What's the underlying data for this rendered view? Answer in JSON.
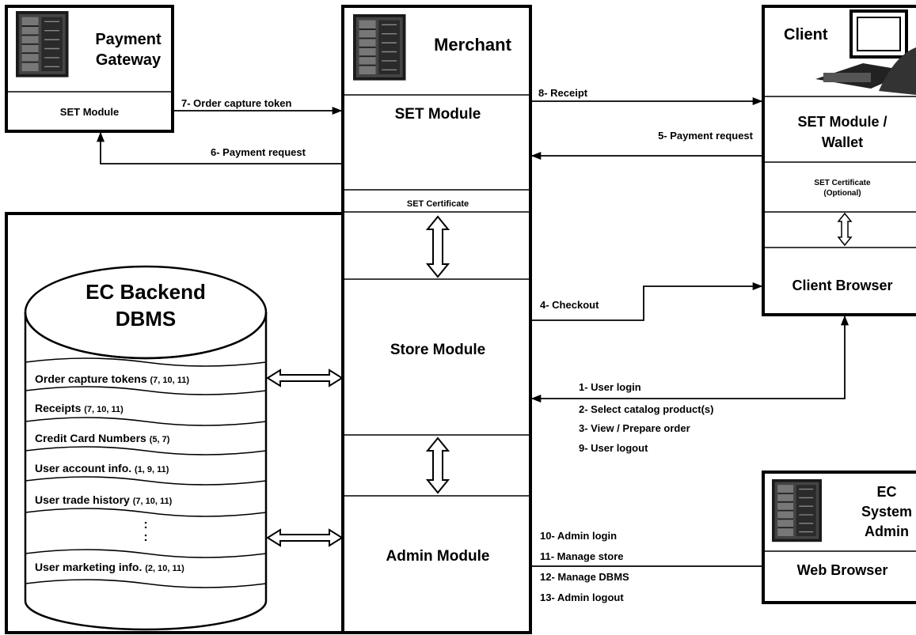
{
  "payment_gateway": {
    "title_line1": "Payment",
    "title_line2": "Gateway",
    "module": "SET Module",
    "icon": "server-rack-icon"
  },
  "merchant": {
    "title": "Merchant",
    "set_module": "SET Module",
    "set_certificate": "SET Certificate",
    "store_module": "Store Module",
    "admin_module": "Admin Module",
    "icon": "server-rack-icon"
  },
  "client": {
    "title": "Client",
    "set_module_line1": "SET Module /",
    "set_module_line2": "Wallet",
    "certificate_line1": "SET Certificate",
    "certificate_line2": "(Optional)",
    "browser": "Client Browser",
    "icon": "user-at-computer-icon"
  },
  "admin": {
    "title_line1": "EC",
    "title_line2": "System",
    "title_line3": "Admin",
    "browser": "Web Browser",
    "icon": "server-rack-icon"
  },
  "dbms": {
    "title_line1": "EC Backend",
    "title_line2": "DBMS",
    "rows": [
      {
        "label": "Order capture tokens",
        "refs": "(7, 10, 11)"
      },
      {
        "label": "Receipts",
        "refs": "(7, 10, 11)"
      },
      {
        "label": "Credit Card Numbers",
        "refs": "(5, 7)"
      },
      {
        "label": "User account info.",
        "refs": "(1, 9, 11)"
      },
      {
        "label": "User trade history",
        "refs": "(7, 10, 11)"
      },
      {
        "label": ":",
        "refs": ""
      },
      {
        "label": "User marketing info.",
        "refs": "(2, 10, 11)"
      }
    ]
  },
  "flows": {
    "order_capture_token": "7- Order capture token",
    "payment_request_gateway": "6- Payment request",
    "receipt": "8- Receipt",
    "payment_request_client": "5- Payment request",
    "checkout": "4- Checkout",
    "user_steps": [
      "1- User login",
      "2- Select catalog product(s)",
      "3- View / Prepare order",
      "9- User logout"
    ],
    "admin_steps": [
      "10- Admin login",
      "11- Manage store",
      "12- Manage DBMS",
      "13- Admin logout"
    ]
  }
}
